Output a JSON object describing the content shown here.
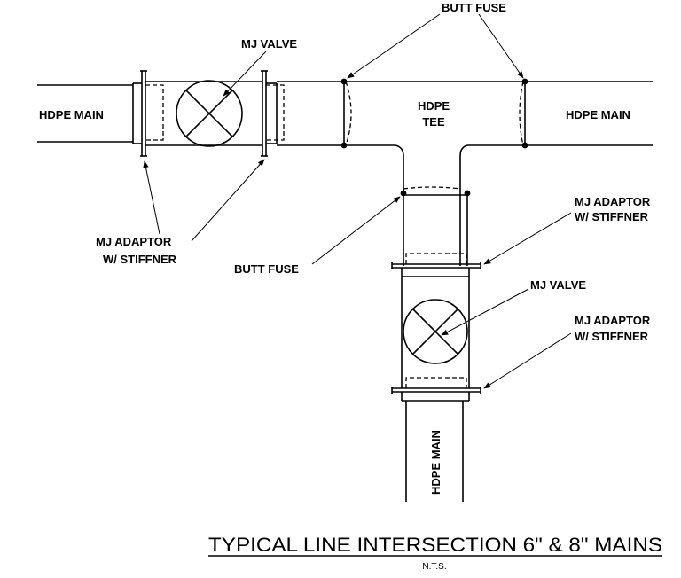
{
  "labels": {
    "hdpe_main_left": "HDPE MAIN",
    "hdpe_main_right": "HDPE MAIN",
    "hdpe_main_bottom": "HDPE MAIN",
    "hdpe_tee_line1": "HDPE",
    "hdpe_tee_line2": "TEE",
    "mj_valve_top": "MJ VALVE",
    "mj_valve_bottom": "MJ VALVE",
    "butt_fuse_top": "BUTT FUSE",
    "butt_fuse_left": "BUTT FUSE",
    "mj_adaptor_left_line1": "MJ ADAPTOR",
    "mj_adaptor_left_line2": "W/ STIFFNER",
    "mj_adaptor_right1_line1": "MJ ADAPTOR",
    "mj_adaptor_right1_line2": "W/ STIFFNER",
    "mj_adaptor_right2_line1": "MJ ADAPTOR",
    "mj_adaptor_right2_line2": "W/ STIFFNER"
  },
  "title": {
    "main": "TYPICAL LINE INTERSECTION 6\" & 8\" MAINS",
    "scale": "N.T.S."
  }
}
